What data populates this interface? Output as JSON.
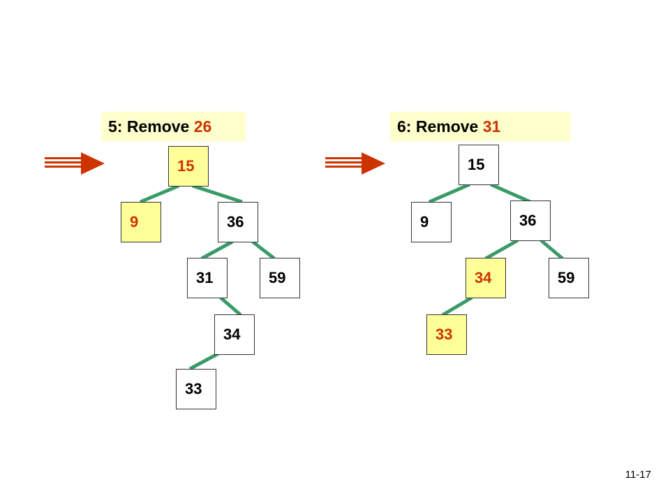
{
  "colors": {
    "edge": "#3a9a68",
    "highlight_bg": "#ffff99",
    "highlight_text": "#cc3300",
    "title_bg": "#ffffcc",
    "arrow": "#cc3300"
  },
  "left": {
    "title_prefix": "5: Remove ",
    "title_value": "26",
    "nodes": {
      "n15": "15",
      "n9": "9",
      "n36": "36",
      "n31": "31",
      "n59": "59",
      "n34": "34",
      "n33": "33"
    }
  },
  "right": {
    "title_prefix": "6: Remove ",
    "title_value": "31",
    "nodes": {
      "n15": "15",
      "n9": "9",
      "n36": "36",
      "n34": "34",
      "n59": "59",
      "n33": "33"
    }
  },
  "page_number": "11-17"
}
